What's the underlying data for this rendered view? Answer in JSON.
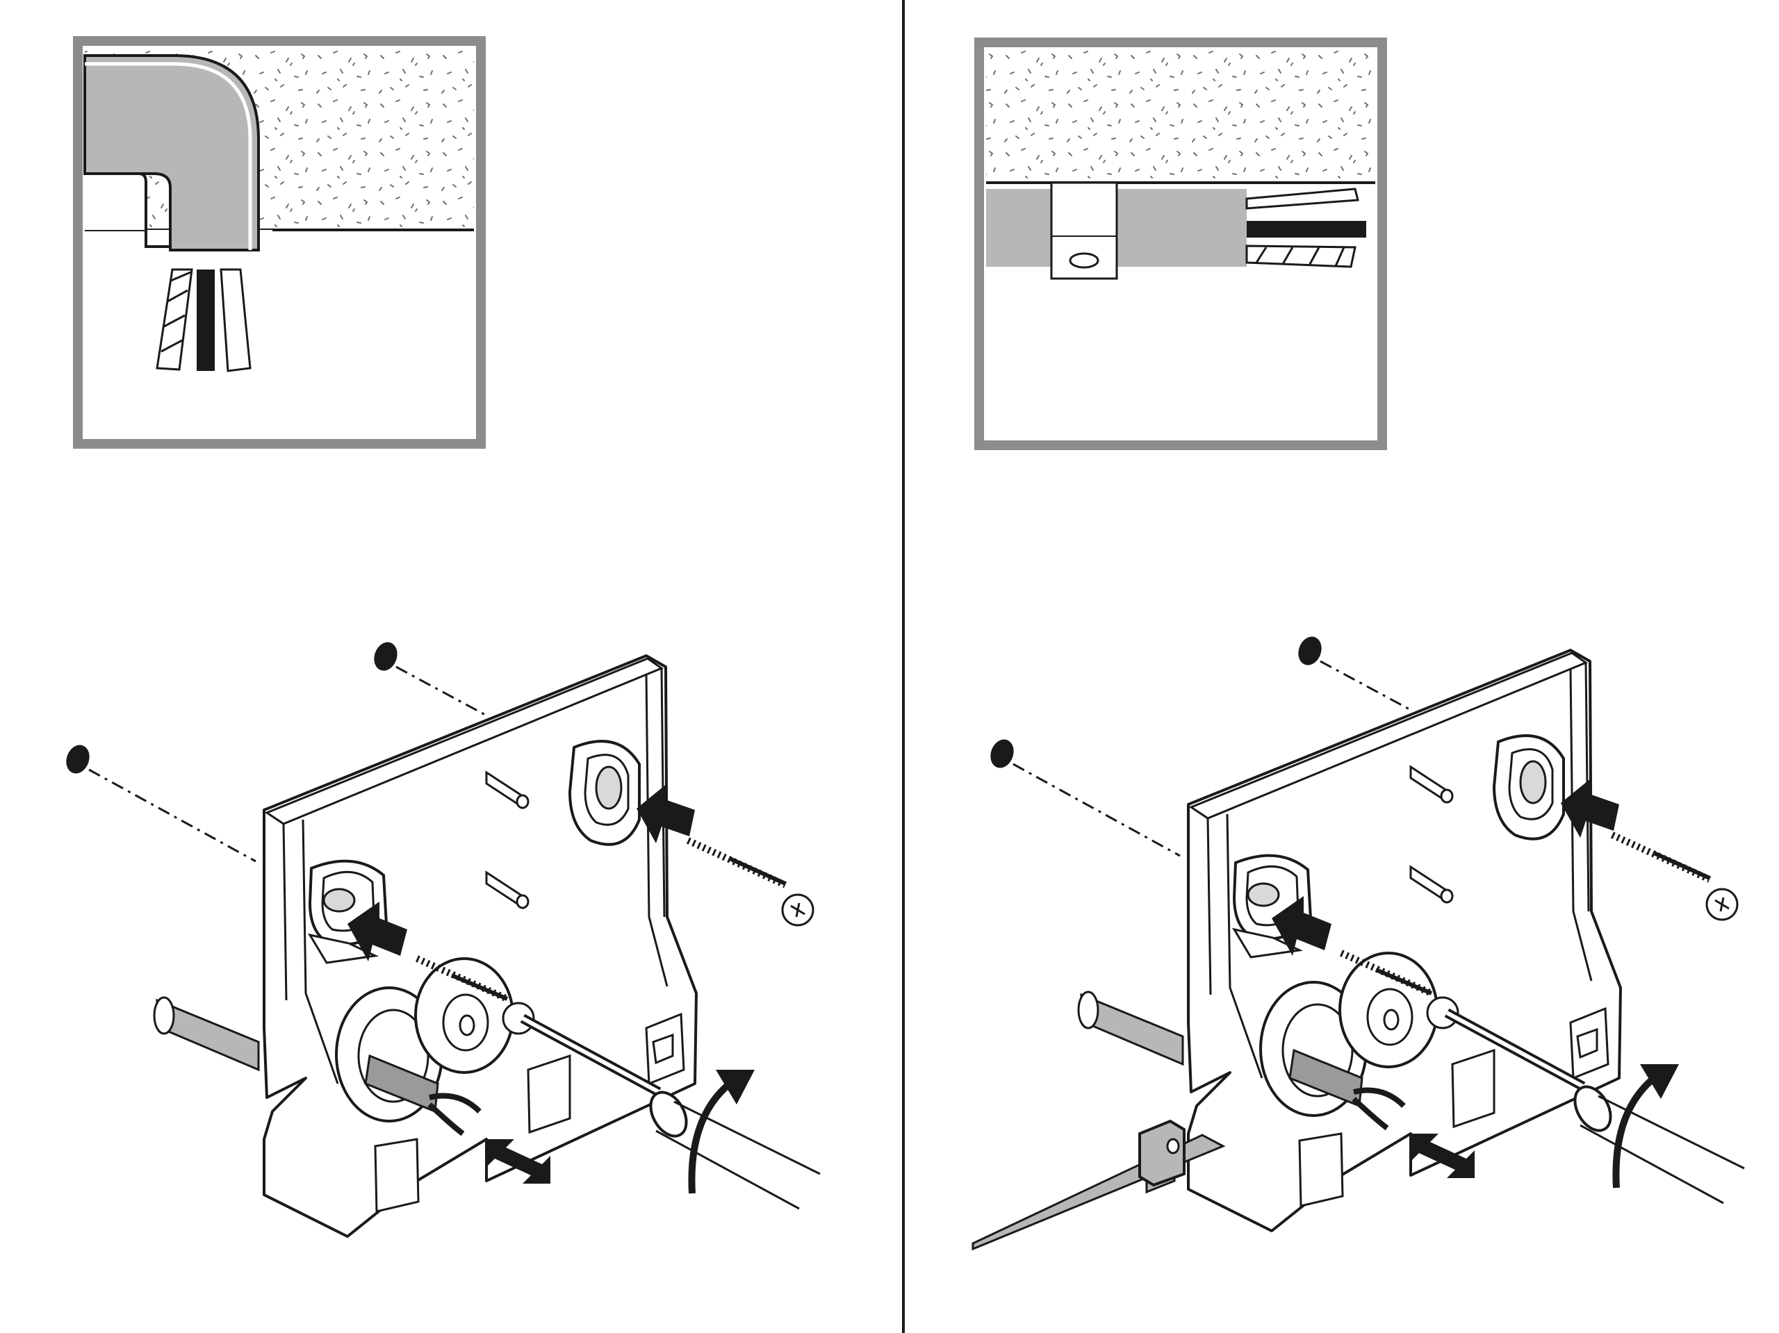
{
  "figure": {
    "panels": [
      {
        "id": "left",
        "inset": "wiring-in-wall-conduit",
        "step": "screw-mount-base-plate-flush-cable"
      },
      {
        "id": "right",
        "inset": "surface-cable-with-clip",
        "step": "screw-mount-base-plate-surface-cable"
      }
    ],
    "icons": [
      "wall-plug-icon",
      "screw-icon",
      "screwdriver-icon",
      "push-arrow-icon",
      "rotate-arrow-icon",
      "cable-clip-icon",
      "double-arrow-icon"
    ],
    "colors": {
      "line": "#1a1a1a",
      "frame": "#8c8c8c",
      "grey_fill": "#b7b7b7",
      "wall_speck": "#6e6e6e",
      "paper": "#ffffff"
    }
  }
}
